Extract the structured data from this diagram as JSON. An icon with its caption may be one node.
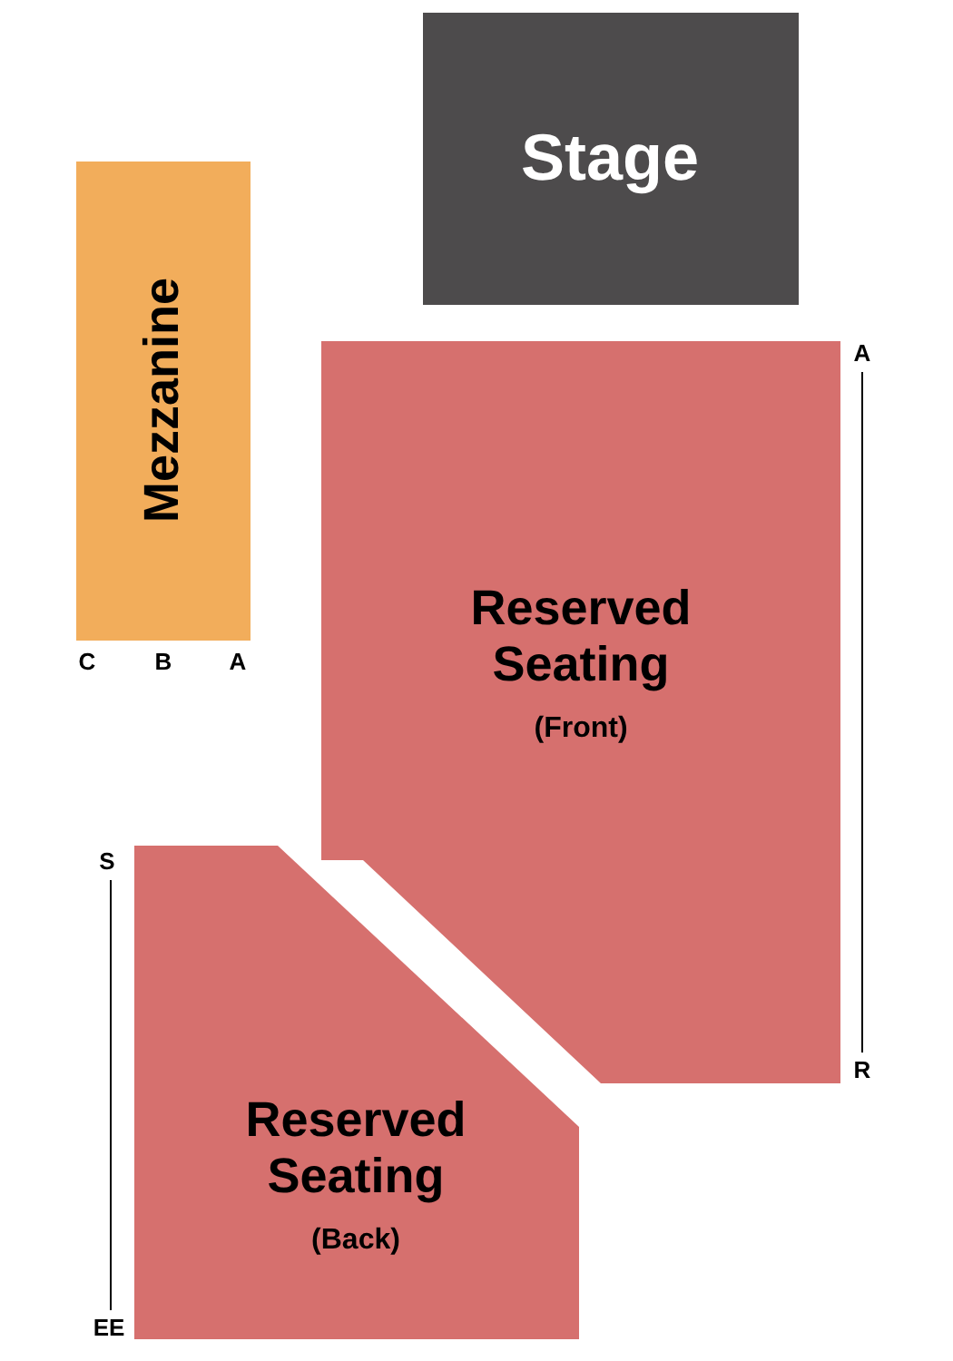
{
  "diagram": {
    "nodes": [
      {
        "text": [
          "Stage"
        ]
      },
      {
        "text": [
          "Mezzanine"
        ]
      },
      {
        "text": [
          "Reserved Seating",
          "(Front)"
        ]
      },
      {
        "text": [
          "Reserved Seating",
          "(Back)"
        ]
      }
    ],
    "labels": [
      "A",
      "C",
      "B",
      "A",
      "S",
      "R",
      "EE"
    ]
  }
}
